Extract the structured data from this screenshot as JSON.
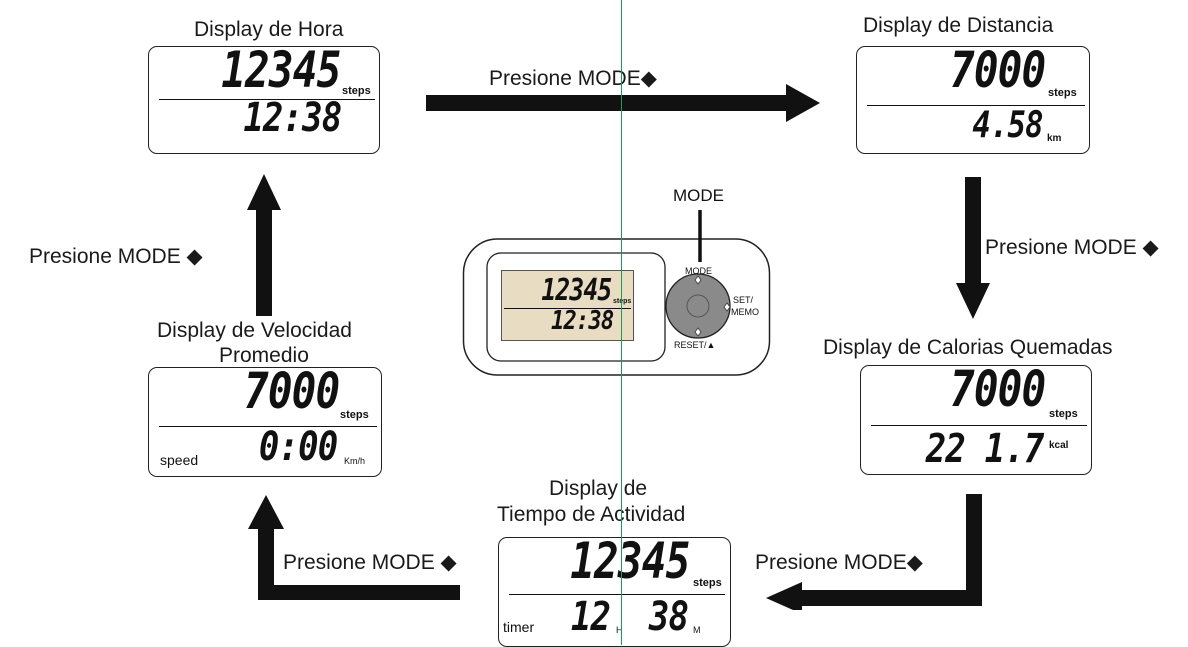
{
  "panels": {
    "hora": {
      "title": "Display de Hora",
      "top": "12345",
      "top_unit": "steps",
      "bottom": "12:38"
    },
    "distancia": {
      "title": "Display de Distancia",
      "top": "7000",
      "top_unit": "steps",
      "bottom": "4.58",
      "bottom_unit": "km"
    },
    "calorias": {
      "title": "Display de Calorias Quemadas",
      "top": "7000",
      "top_unit": "steps",
      "bottom": "22 1.7",
      "bottom_unit": "kcal"
    },
    "tiempo": {
      "title_line1": "Display de",
      "title_line2": "Tiempo de Actividad",
      "top": "12345",
      "top_unit": "steps",
      "side": "timer",
      "hours": "12",
      "hours_unit": "H",
      "minutes": "38",
      "minutes_unit": "M"
    },
    "velocidad": {
      "title_line1": "Display de Velocidad",
      "title_line2": "Promedio",
      "top": "7000",
      "top_unit": "steps",
      "side": "speed",
      "bottom": "0:00",
      "bottom_unit": "Km/h"
    }
  },
  "transitions": {
    "hora_to_distancia": "Presione MODE◆",
    "distancia_to_calorias": "Presione MODE ◆",
    "calorias_to_tiempo": "Presione MODE◆",
    "tiempo_to_velocidad": "Presione MODE ◆",
    "velocidad_to_hora": "Presione MODE ◆"
  },
  "device": {
    "callout": "MODE",
    "screen_top": "12345",
    "screen_top_unit": "steps",
    "screen_bottom": "12:38",
    "button_top": "MODE",
    "button_right_1": "SET/",
    "button_right_2": "MEMO",
    "button_bottom": "RESET/▲"
  },
  "colors": {
    "lcd_background": "#e8dcc3",
    "button_gray": "#8a8a8a",
    "guide_line": "#1e9a55"
  }
}
